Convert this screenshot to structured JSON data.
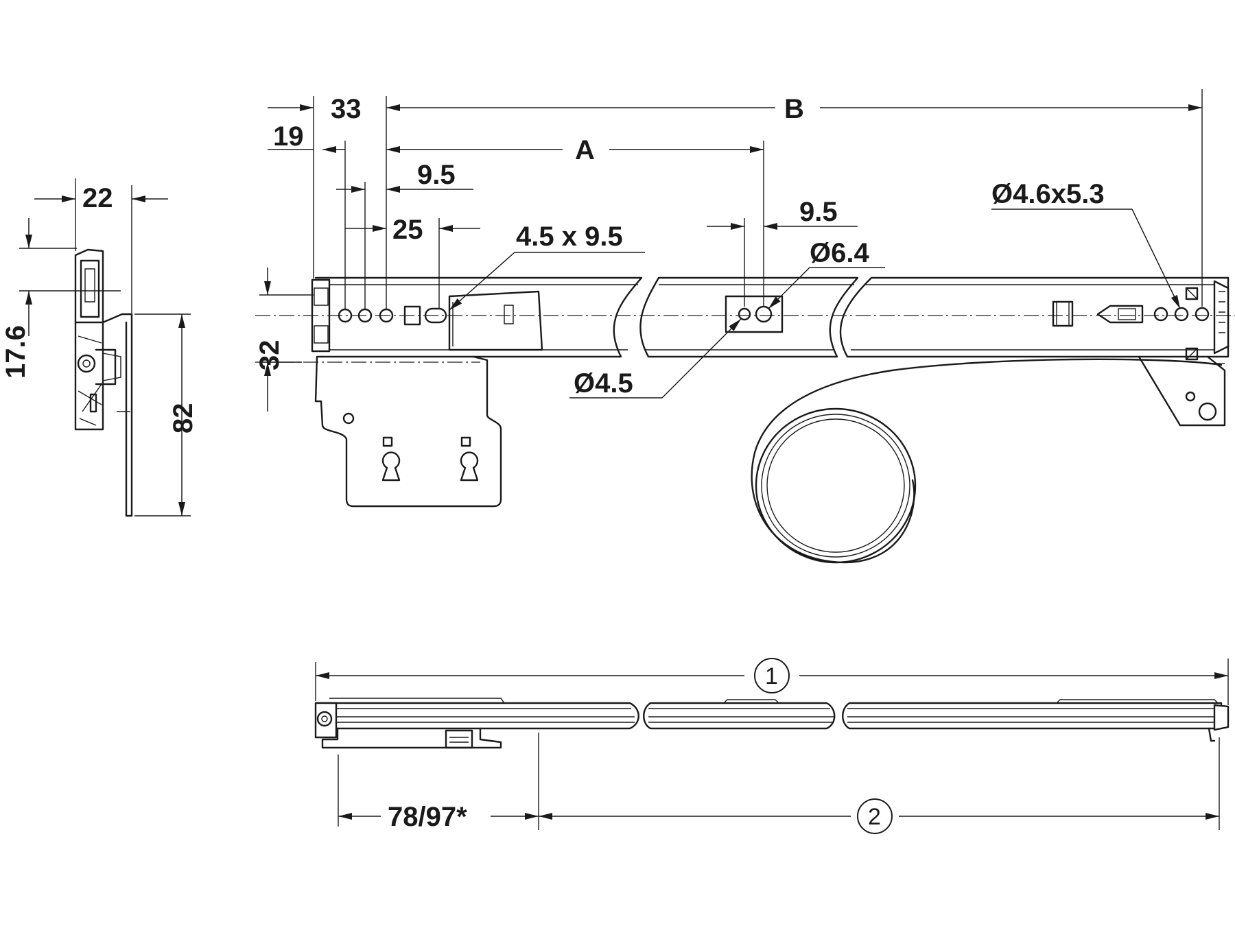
{
  "dimensions": {
    "side_width": "22",
    "side_offset": "17.6",
    "side_height": "82",
    "pos_19": "19",
    "pos_33": "33",
    "pos_9_5_left": "9.5",
    "pos_25": "25",
    "slot": "4.5 x 9.5",
    "dim_A": "A",
    "dim_B": "B",
    "pos_9_5_mid": "9.5",
    "dia_6_4": "Ø6.4",
    "dia_4_5": "Ø4.5",
    "dia_4_6x5_3": "Ø4.6x5.3",
    "height_32": "32",
    "bottom_78_97": "78/97*"
  },
  "callouts": {
    "callout_1": "1",
    "callout_2": "2"
  },
  "colors": {
    "line": "#1a1a1a",
    "background": "#ffffff"
  }
}
